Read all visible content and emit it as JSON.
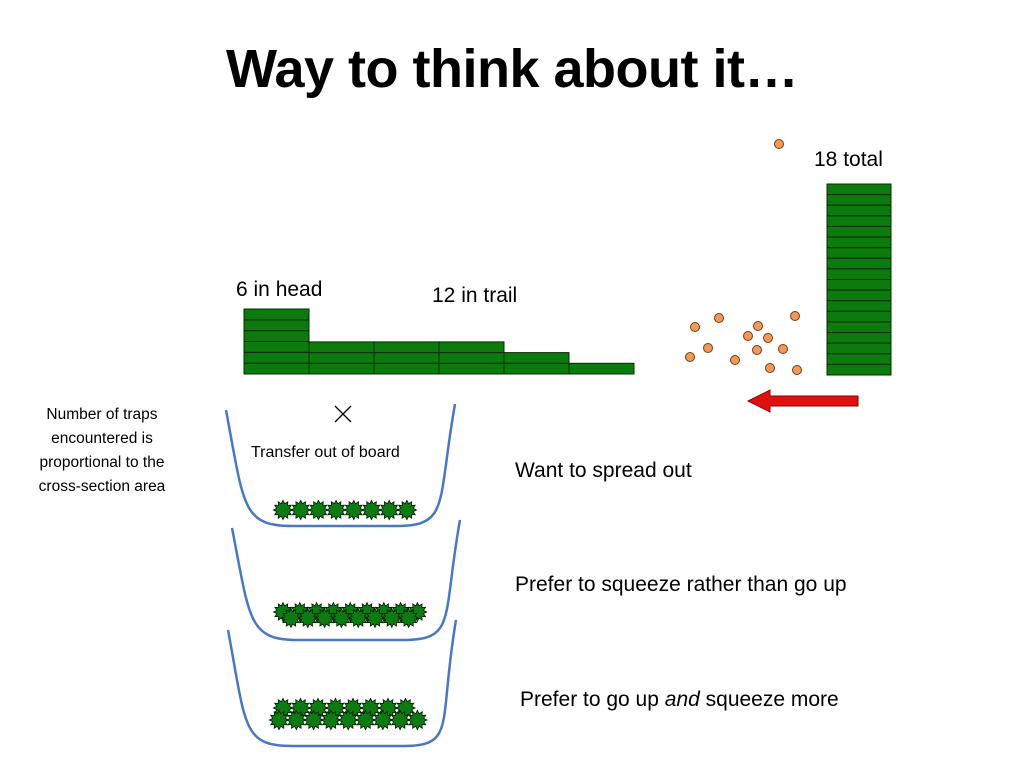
{
  "slide": {
    "title": "Way to think about it…"
  },
  "labels": {
    "head": "6 in head",
    "trail": "12 in trail",
    "total": "18 total",
    "transfer": "Transfer out of board",
    "side_note": "Number of traps encountered is proportional to the cross-section area",
    "spread": "Want to spread out",
    "squeeze": "Prefer to squeeze rather than go up",
    "go_up_pre": "Prefer to go up ",
    "go_up_em": "and",
    "go_up_post": " squeeze more"
  },
  "diagram": {
    "head_count": 6,
    "trail_count": 12,
    "total_count": 18,
    "trail_columns": [
      3,
      3,
      3,
      2,
      1
    ],
    "scattered_dot_count": 14,
    "colors": {
      "bar_fill": "#0c7a0c",
      "bar_stroke": "#032d03",
      "dot_fill": "#f09a5a",
      "dot_stroke": "#7a3a10",
      "arrow": "#e01010",
      "well": "#4a78c0",
      "trap_fill": "#0e7a12"
    },
    "icons": [
      "cross-icon",
      "left-arrow-icon"
    ]
  }
}
